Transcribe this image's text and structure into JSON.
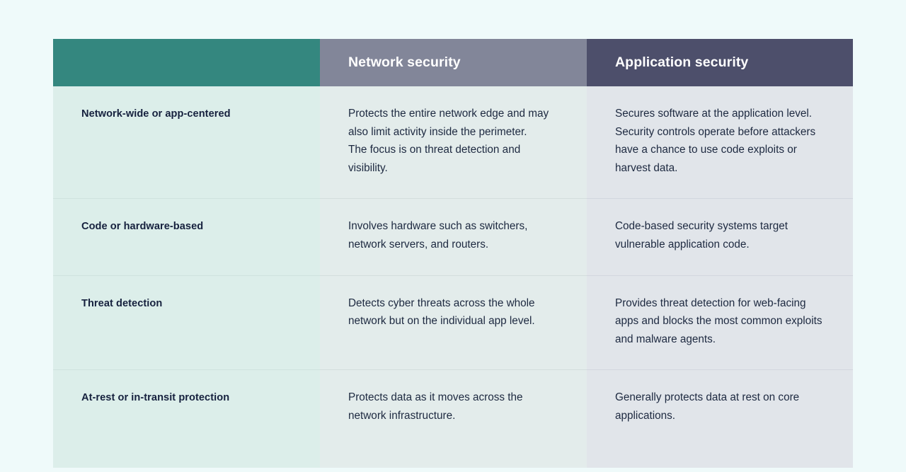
{
  "theme": {
    "page_background": "#effafa",
    "header_feature_color": "#34877f",
    "header_network_color": "#828699",
    "header_app_color": "#4d4f6b",
    "col_feature_background": "#dceeea",
    "col_network_background": "#e3eceb",
    "col_app_background": "#e1e5ea",
    "body_text_color": "#1d2940",
    "feature_text_color": "#16213e",
    "header_text_color": "#ffffff"
  },
  "table": {
    "headers": [
      {
        "label": "",
        "key": "feature"
      },
      {
        "label": "Network security",
        "key": "network"
      },
      {
        "label": "Application security",
        "key": "application"
      }
    ],
    "rows": [
      {
        "feature": "Network-wide or app-centered",
        "network": [
          "Protects the entire network edge and may also limit activity inside the perimeter.",
          "The focus is on threat detection and visibility."
        ],
        "application": [
          "Secures software at the application level.",
          "Security controls operate before attackers have a chance to use code exploits or harvest data."
        ]
      },
      {
        "feature": "Code or hardware-based",
        "network": [
          "Involves hardware such as switchers, network servers, and routers."
        ],
        "application": [
          "Code-based security systems target vulnerable application code."
        ]
      },
      {
        "feature": "Threat detection",
        "network": [
          "Detects cyber threats across the whole network but on the individual app level."
        ],
        "application": [
          "Provides threat detection for web-facing apps and blocks the most common exploits and malware agents."
        ]
      },
      {
        "feature": "At-rest or in-transit protection",
        "network": [
          "Protects data as it moves across the network infrastructure."
        ],
        "application": [
          "Generally protects data at rest on core applications."
        ]
      }
    ]
  }
}
